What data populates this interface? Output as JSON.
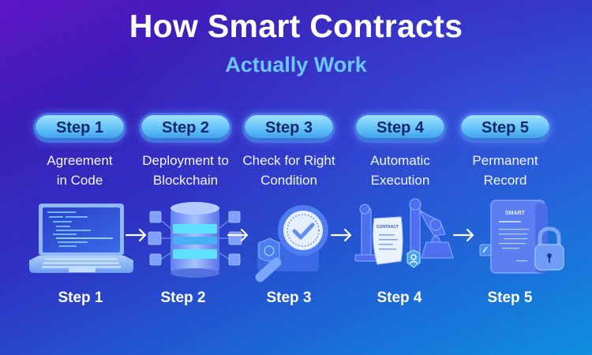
{
  "header": {
    "title": "How Smart Contracts",
    "subtitle": "Actually Work"
  },
  "steps": [
    {
      "badge": "Step 1",
      "desc_line1": "Agreement",
      "desc_line2": "in Code",
      "illustration": "laptop-code-icon",
      "bottom_label": "Step 1"
    },
    {
      "badge": "Step 2",
      "desc_line1": "Deployment to",
      "desc_line2": "Blockchain",
      "illustration": "blockchain-server-icon",
      "bottom_label": "Step 2"
    },
    {
      "badge": "Step 3",
      "desc_line1": "Check for Right",
      "desc_line2": "Condition",
      "illustration": "magnifier-check-icon",
      "bottom_label": "Step 3"
    },
    {
      "badge": "Step 4",
      "desc_line1": "Automatic",
      "desc_line2": "Execution",
      "illustration": "robot-arms-contract-icon",
      "bottom_label": "Step 4"
    },
    {
      "badge": "Step 5",
      "desc_line1": "Permanent",
      "desc_line2": "Record",
      "illustration": "document-lock-icon",
      "bottom_label": "Step 5"
    }
  ],
  "illustration_text": {
    "contract_paper": "CONTRACT",
    "smart_doc": "SMART"
  },
  "colors": {
    "title": "#ffffff",
    "subtitle": "#6cc6ff",
    "badge_bg": "#5cbdf7",
    "badge_text": "#142a66",
    "bg_top_left": "#5d14c4",
    "bg_bottom_right": "#0f8fe0"
  }
}
